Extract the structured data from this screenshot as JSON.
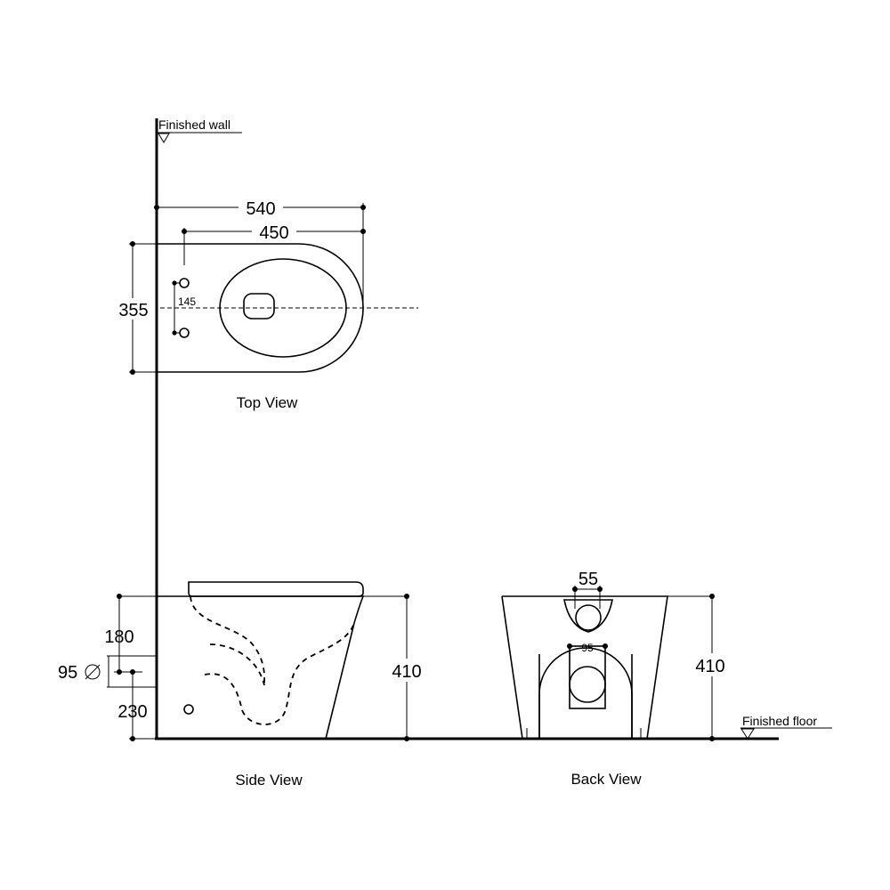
{
  "references": {
    "finished_wall": "Finished wall",
    "finished_floor": "Finished floor"
  },
  "views": {
    "top": {
      "title": "Top View",
      "dim_length_total": "540",
      "dim_length_outlet": "450",
      "dim_width": "355",
      "dim_fixing_spacing": "145"
    },
    "side": {
      "title": "Side View",
      "dim_height": "410",
      "dim_inlet_height": "180",
      "dim_pipe_diameter": "95",
      "dim_pipe_height": "230"
    },
    "back": {
      "title": "Back View",
      "dim_height": "410",
      "dim_inlet_width": "55",
      "dim_outlet_width": "95"
    }
  }
}
